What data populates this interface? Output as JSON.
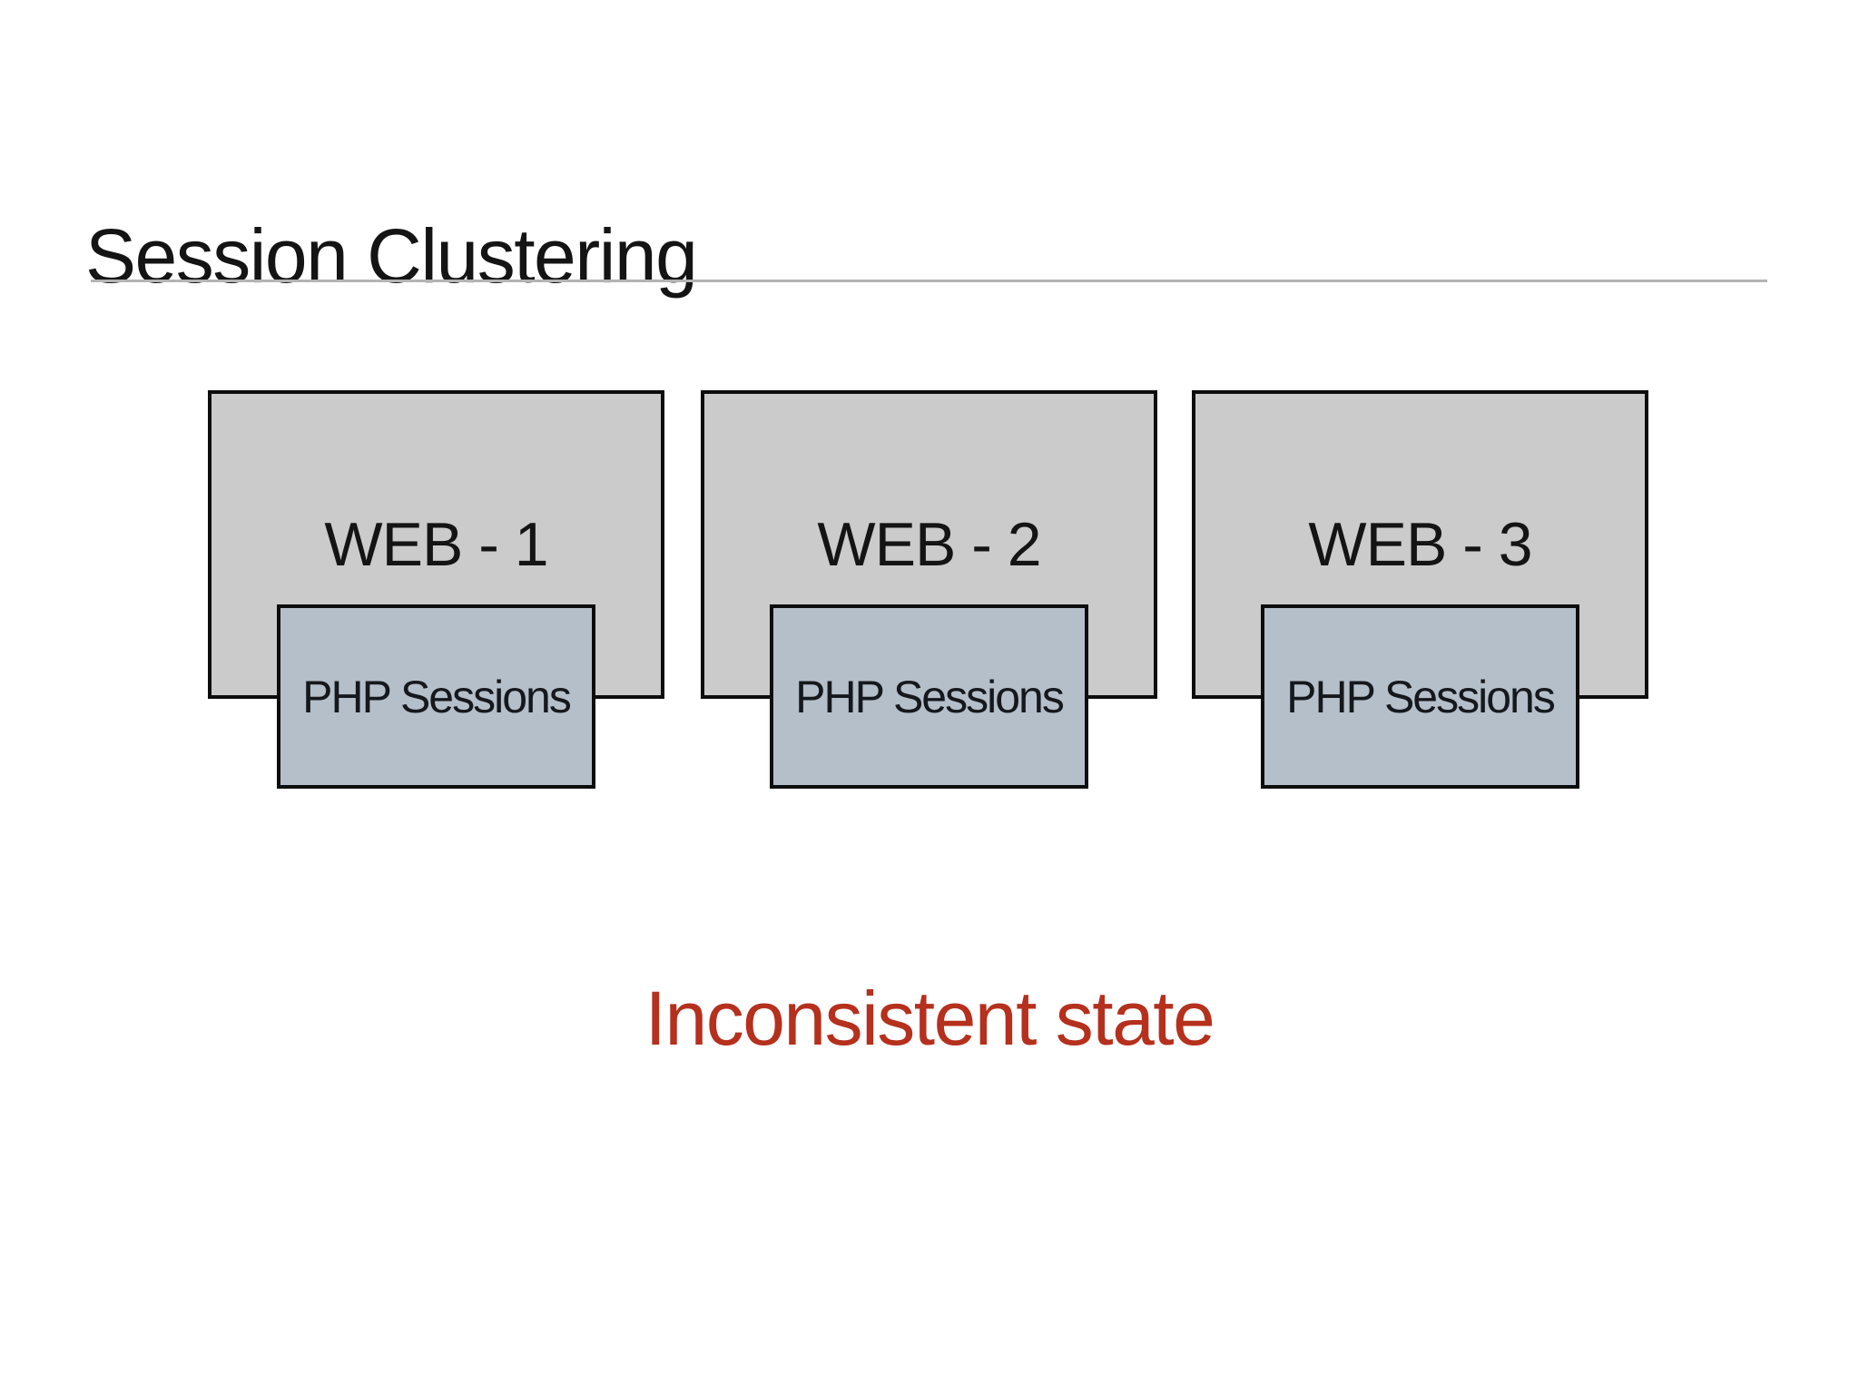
{
  "slide": {
    "title": "Session Clustering",
    "status_message": "Inconsistent state"
  },
  "servers": [
    {
      "name": "WEB - 1",
      "session_box_label": "PHP Sessions"
    },
    {
      "name": "WEB - 2",
      "session_box_label": "PHP Sessions"
    },
    {
      "name": "WEB - 3",
      "session_box_label": "PHP Sessions"
    }
  ],
  "colors": {
    "server_box_fill": "#cbcbcb",
    "session_box_fill": "#b5bfca",
    "box_border": "#0d0d0d",
    "status_text": "#b5301d",
    "divider": "#b3b3b3",
    "title_text": "#141414"
  }
}
